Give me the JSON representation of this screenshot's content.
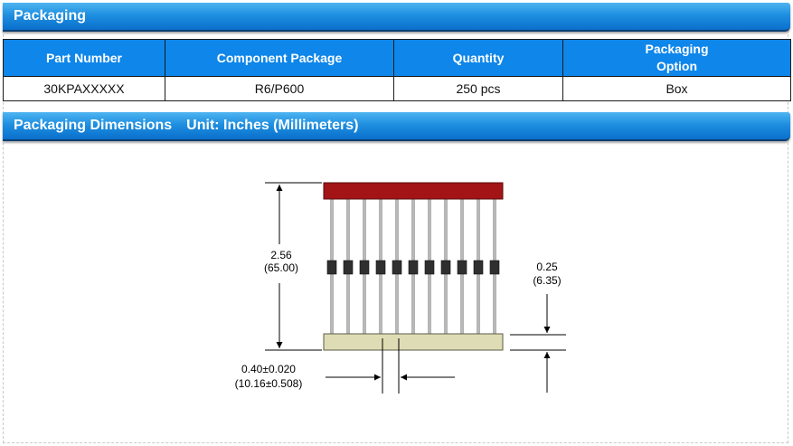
{
  "packaging_section": {
    "title": "Packaging"
  },
  "table": {
    "headers": [
      "Part Number",
      "Component Package",
      "Quantity",
      "Packaging Option"
    ],
    "rows": [
      [
        "30KPAXXXXX",
        "R6/P600",
        "250 pcs",
        "Box"
      ]
    ]
  },
  "dimensions_section": {
    "title": "Packaging Dimensions",
    "unit_label": "Unit: Inches (Millimeters)"
  },
  "drawing": {
    "height_in": "2.56",
    "height_mm": "(65.00)",
    "spacing_in": "0.25",
    "spacing_mm": "(6.35)",
    "pitch_in": "0.40±0.020",
    "pitch_mm": "(10.16±0.508)",
    "colors": {
      "top_strip": "#a31416",
      "bottom_strip": "#dedcb4",
      "lead": "#b9b9b9",
      "body": "#2f2f2f"
    }
  }
}
